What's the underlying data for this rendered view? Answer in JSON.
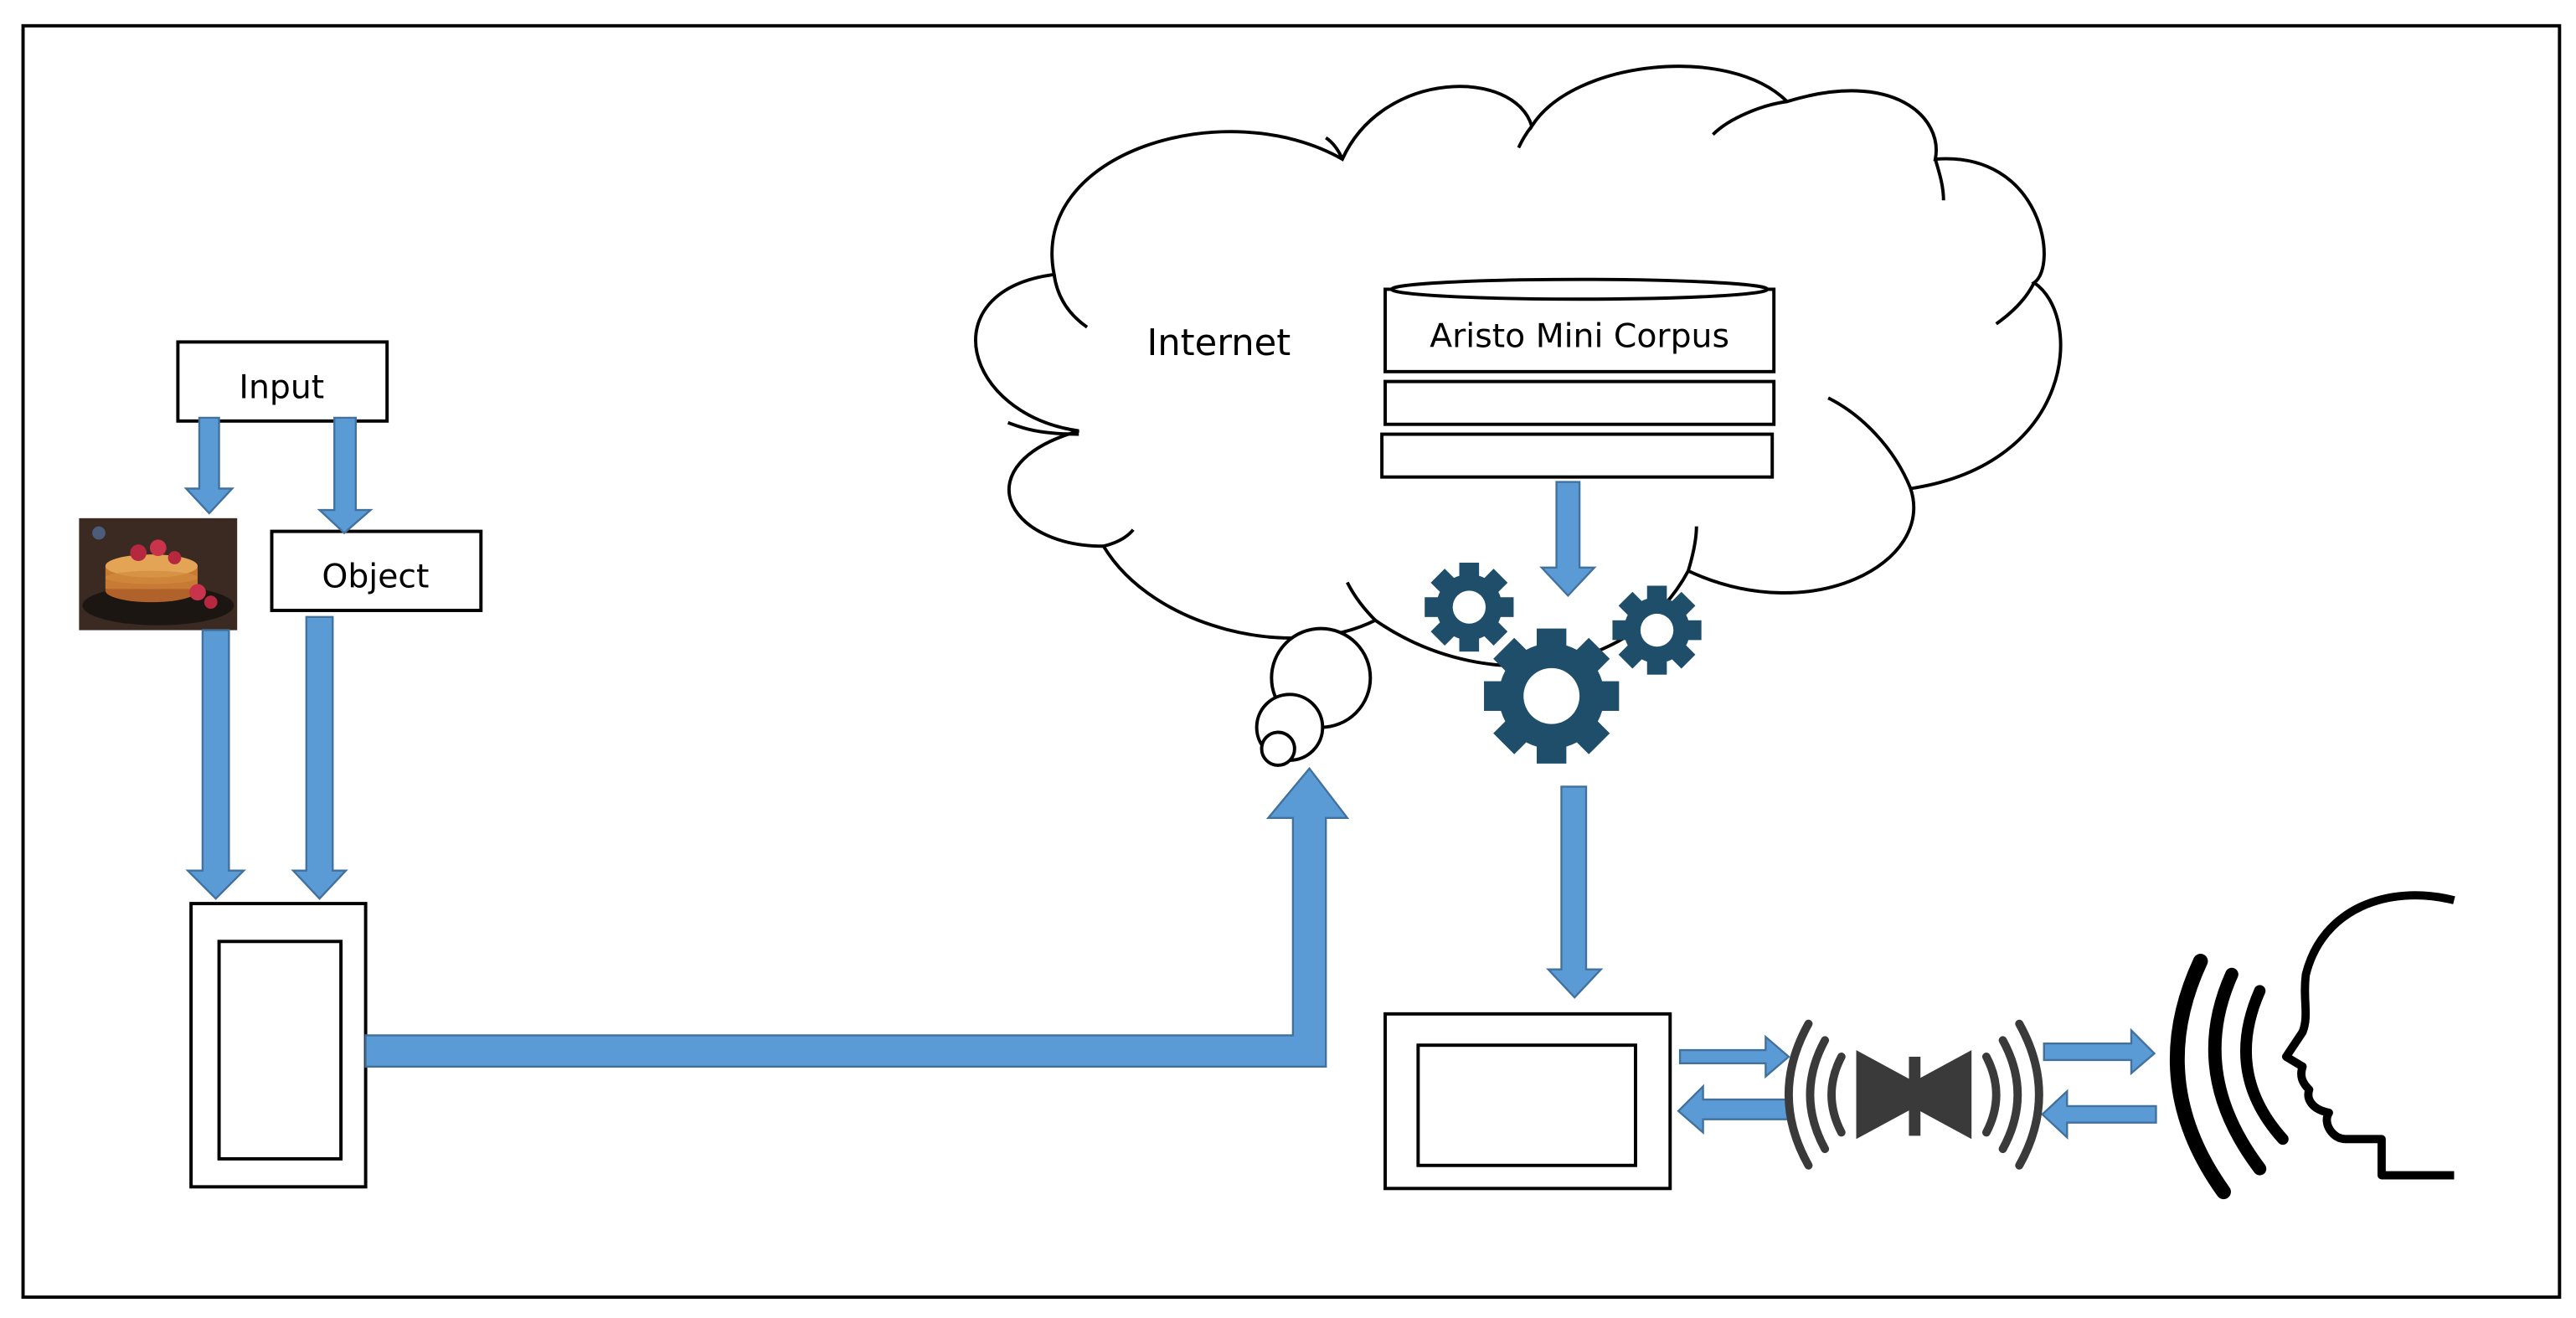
{
  "diagram": {
    "input_label": "Input",
    "object_label": "Object",
    "cloud_label": "Internet",
    "corpus_label": "Aristo Mini Corpus",
    "food_photo": "pancake-stack-with-raspberries-photo",
    "icons": [
      "gears-icon",
      "speaker-icon",
      "speaking-head-icon",
      "tablet-device",
      "screen-device"
    ]
  },
  "colors": {
    "arrow_fill": "#5B9BD5",
    "arrow_stroke": "#41719C",
    "gear": "#1F4E6B",
    "outline": "#000000"
  }
}
